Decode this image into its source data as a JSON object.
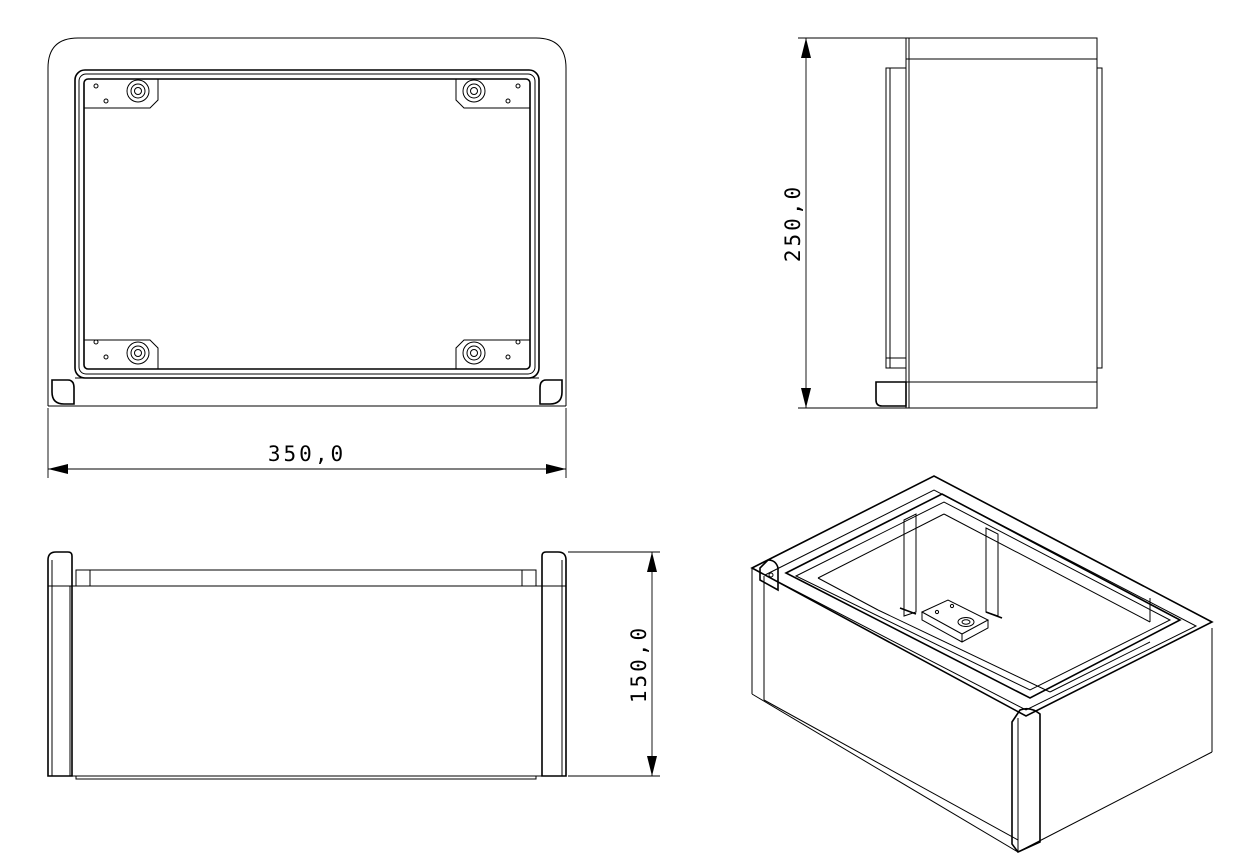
{
  "dimensions": {
    "width": {
      "label": "350,0"
    },
    "height": {
      "label": "250,0"
    },
    "depth": {
      "label": "150,0"
    }
  },
  "colors": {
    "line": "#000000",
    "background": "#ffffff"
  }
}
